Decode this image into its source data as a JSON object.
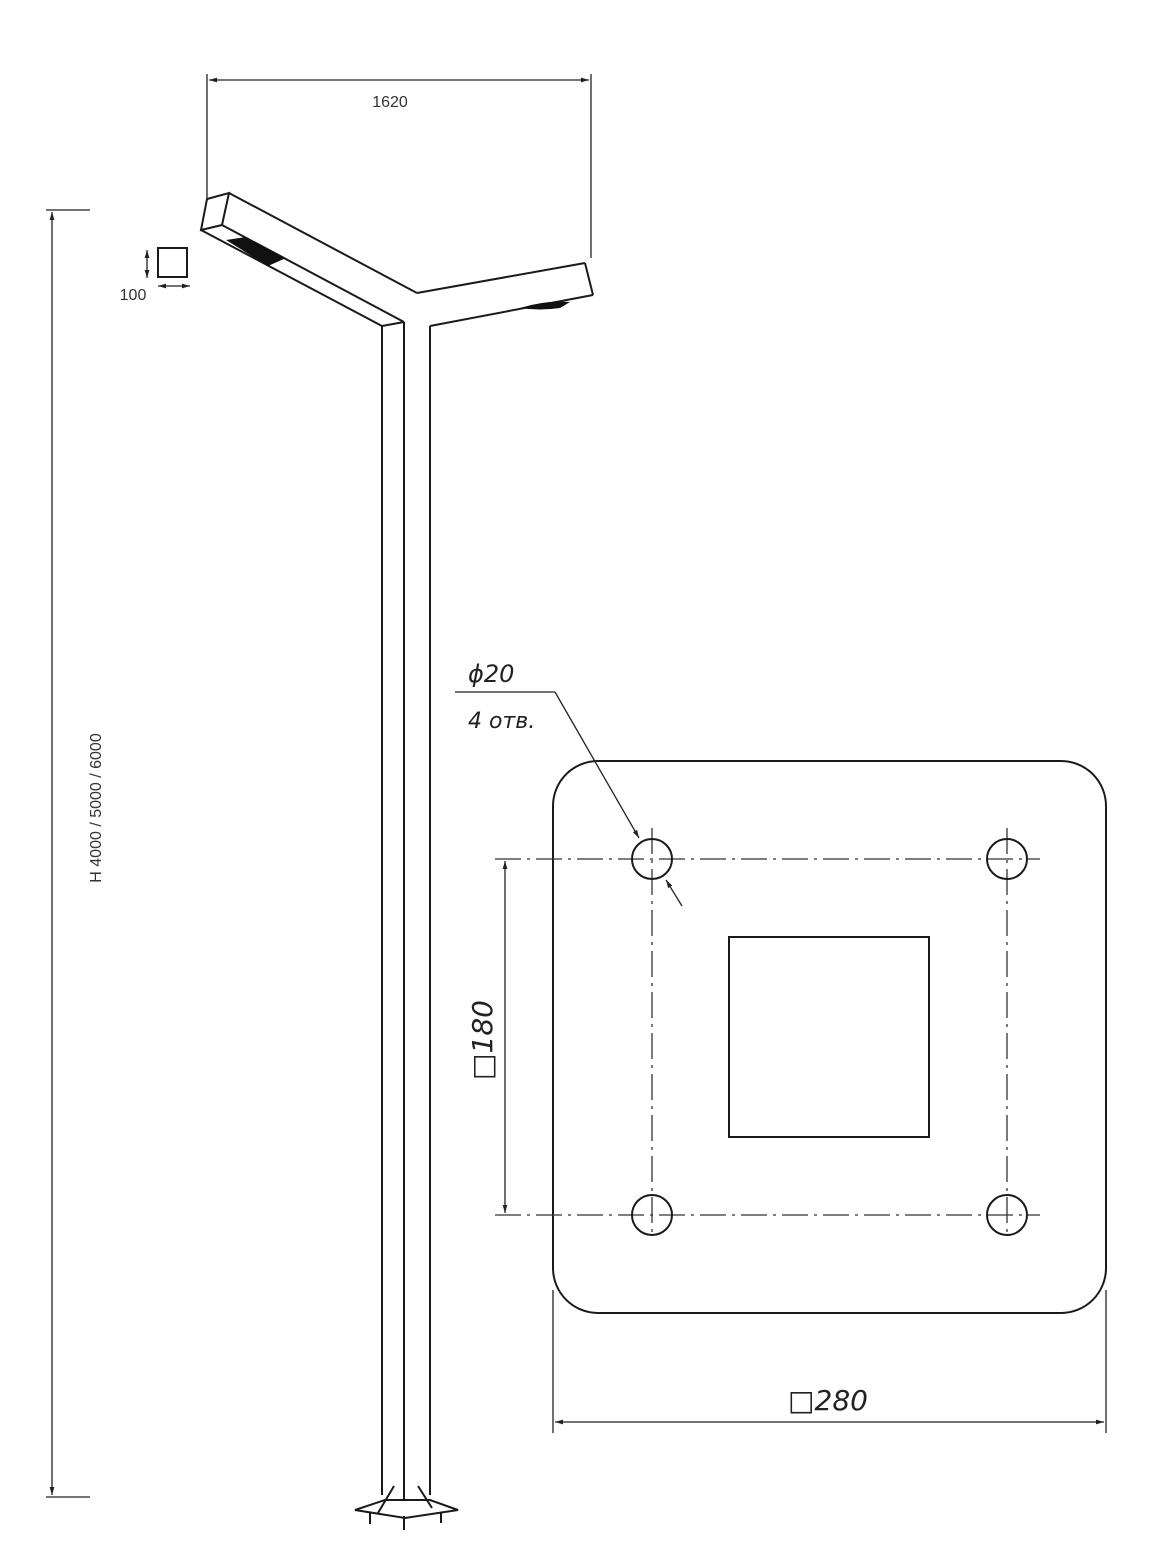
{
  "drawing": {
    "arm_span_dim": "1620",
    "profile_dim": "100",
    "height_dim": "H 4000 / 5000 / 6000",
    "hole_diameter": "ϕ20",
    "hole_count": "4 отв.",
    "bolt_pattern_dim": "□180",
    "plate_dim": "□280"
  }
}
